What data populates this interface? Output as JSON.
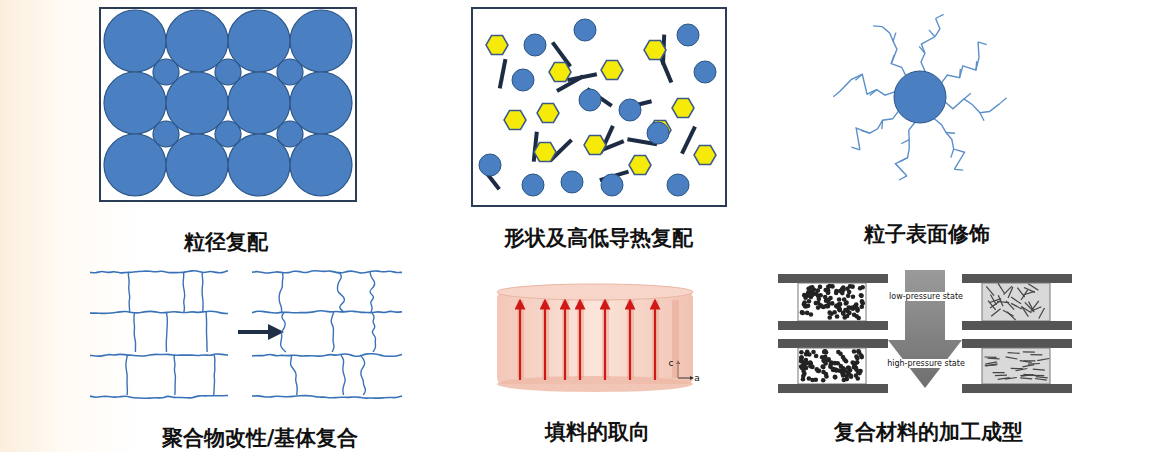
{
  "diagram": {
    "labels": [
      "粒径复配",
      "形状及高低导热复配",
      "粒子表面修饰",
      "聚合物改性/基体复合",
      "填料的取向",
      "复合材料的加工成型",
      "low-pressure state",
      "high-pressure state",
      "c",
      "a"
    ]
  }
}
